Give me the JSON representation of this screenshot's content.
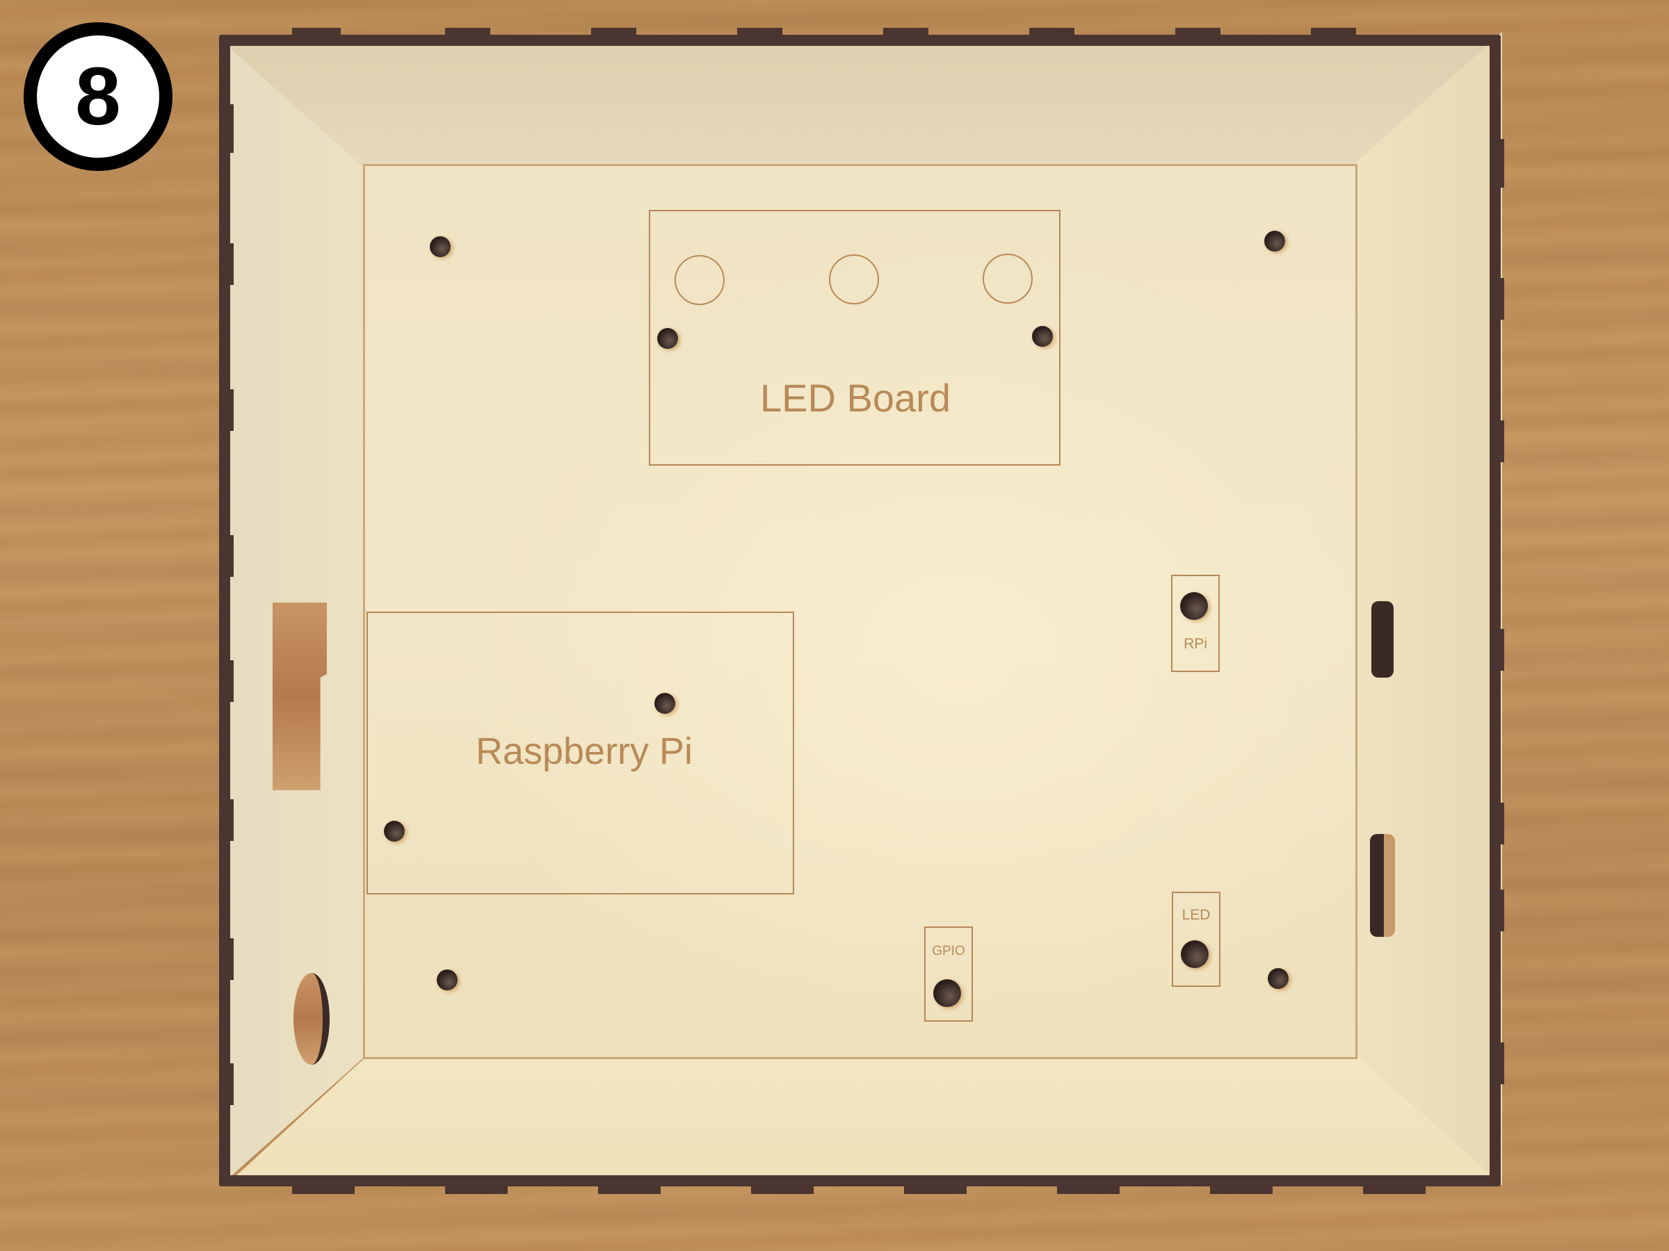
{
  "step_badge": {
    "number": "8",
    "background": "#ffffff",
    "border_color": "#000000"
  },
  "scene": {
    "description": "Top-down photo of an open laser-cut plywood enclosure with finger-jointed walls on a wooden surface",
    "surface_color": "#c08f5a",
    "plywood_color": "#efe4c4",
    "burn_edge_color": "#4a3530",
    "engrave_color": "#b88a58"
  },
  "floor": {
    "led_board": {
      "label": "LED Board",
      "led_rings": 3
    },
    "raspberry_pi": {
      "label": "Raspberry Pi"
    },
    "small_labels": {
      "rpi": "RPi",
      "led": "LED",
      "gpio": "GPIO"
    }
  }
}
